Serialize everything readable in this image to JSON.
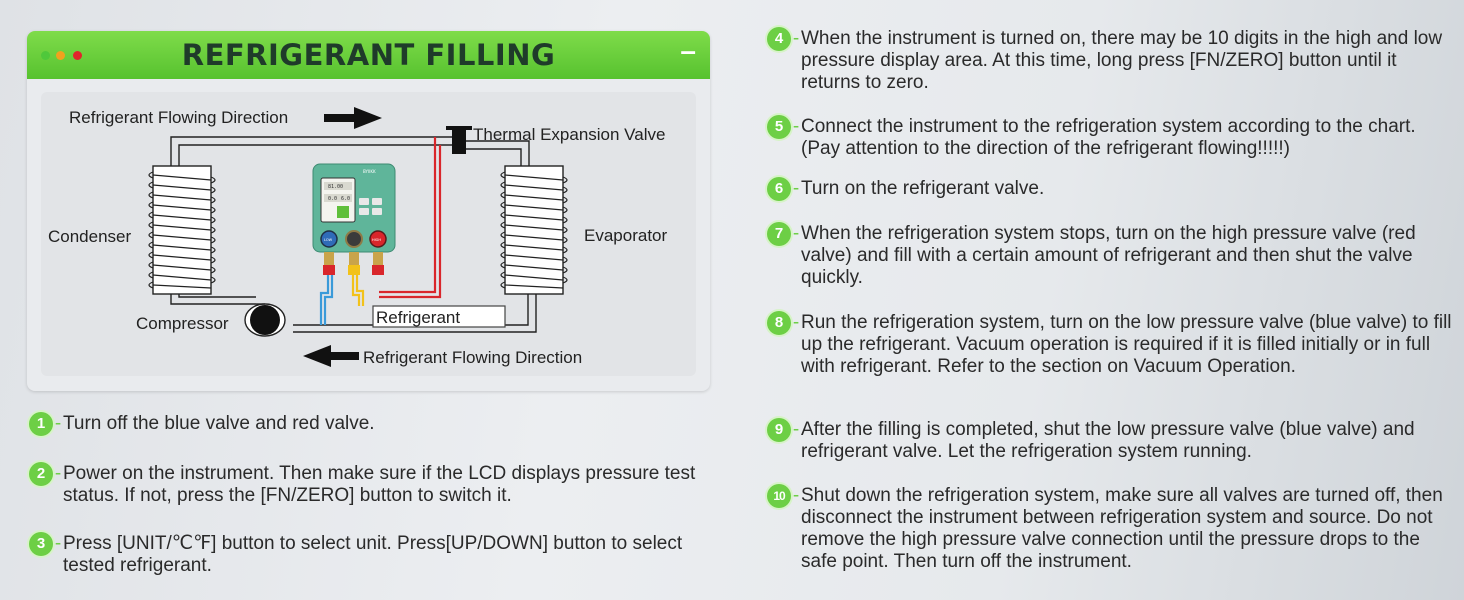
{
  "panel": {
    "title": "REFRIGERANT FILLING",
    "minimize_symbol": "–",
    "window_dots": [
      "#4fc83b",
      "#f0a21e",
      "#e1252b"
    ]
  },
  "diagram": {
    "flow_top_label": "Refrigerant Flowing Direction",
    "flow_bottom_label": "Refrigerant Flowing Direction",
    "condenser_label": "Condenser",
    "evaporator_label": "Evaporator",
    "compressor_label": "Compressor",
    "valve_label": "Thermal Expansion Valve",
    "refrigerant_label": "Refrigerant",
    "device": {
      "brand": "BYIIKK",
      "low_knob_label": "LOW",
      "high_knob_label": "HIGH",
      "lcd_lines": [
        "81.00",
        "0.0",
        "6.0"
      ]
    }
  },
  "steps": [
    {
      "num": "1",
      "text": "Turn off the blue valve and red valve."
    },
    {
      "num": "2",
      "text": "Power on the instrument. Then make sure if the LCD displays pressure test status. If not, press the [FN/ZERO] button to switch it."
    },
    {
      "num": "3",
      "text": "Press [UNIT/℃℉] button to select unit. Press[UP/DOWN] button to select tested refrigerant."
    },
    {
      "num": "4",
      "text": "When the instrument is turned on, there may be 10 digits in the high and low pressure display area. At this time, long press [FN/ZERO] button until it returns to zero."
    },
    {
      "num": "5",
      "text": "Connect the instrument to the refrigeration system according to the chart.(Pay attention to the direction of the refrigerant flowing!!!!!)"
    },
    {
      "num": "6",
      "text": "Turn on the refrigerant valve."
    },
    {
      "num": "7",
      "text": "When the refrigeration system stops, turn on the high pressure valve (red valve) and fill with a certain amount of refrigerant and then shut the valve quickly."
    },
    {
      "num": "8",
      "text": "Run the refrigeration system, turn on the low pressure valve (blue valve) to fill up the refrigerant. Vacuum operation is required if it is filled initially or in full with refrigerant. Refer to the section on Vacuum Operation."
    },
    {
      "num": "9",
      "text": "After the filling is completed, shut the low pressure valve (blue valve) and refrigerant valve. Let the refrigeration system running."
    },
    {
      "num": "10",
      "text": "Shut down the refrigeration system, make sure all valves are turned off, then disconnect the instrument between refrigeration system and source. Do not remove the high pressure valve connection until the pressure drops to the safe point. Then turn off the instrument."
    }
  ],
  "colors": {
    "accent_green": "#6dcf45",
    "low_pipe": "#3a9ad9",
    "high_pipe": "#d9262b",
    "yellow_pipe": "#f2c21a",
    "device_body": "#5fb59a"
  }
}
